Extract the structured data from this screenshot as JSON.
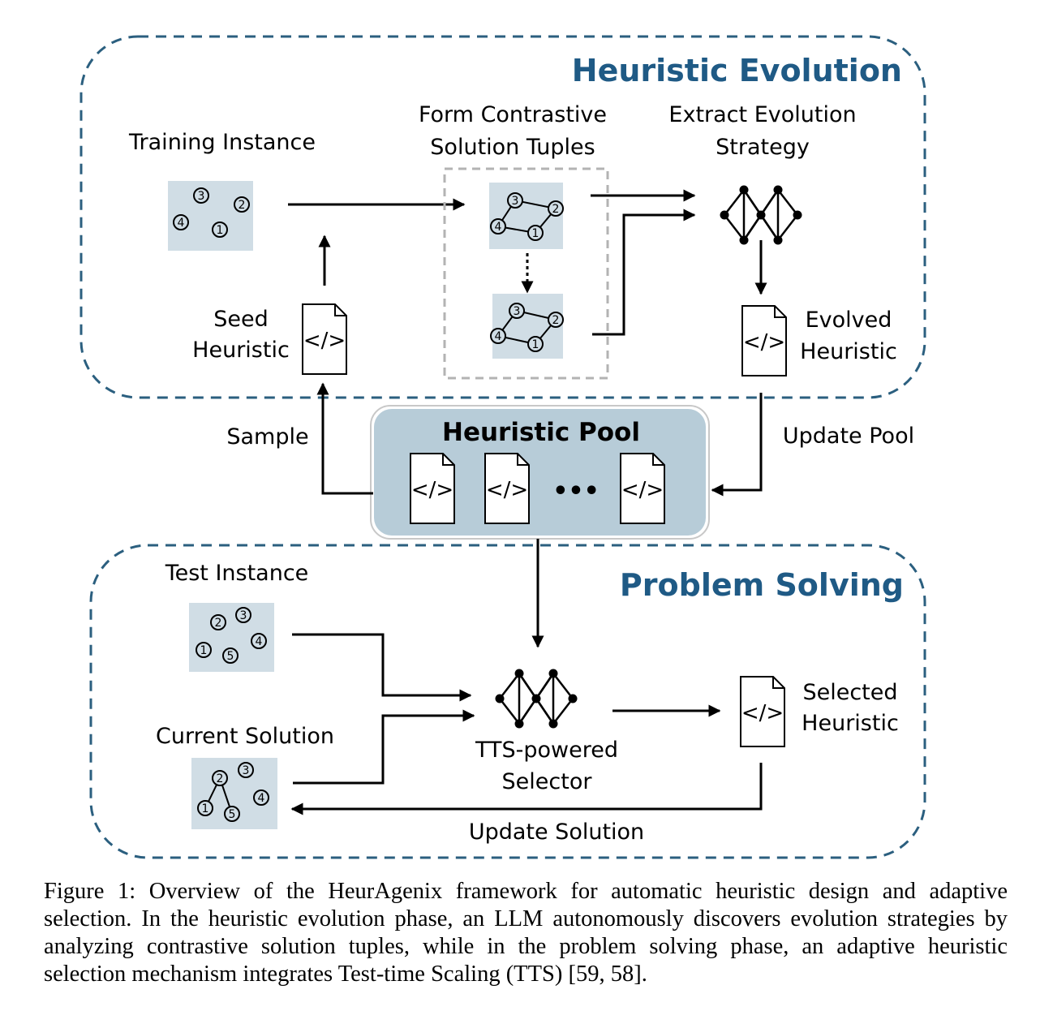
{
  "colors": {
    "section_border": "#2b5f7f",
    "section_title": "#1f5a85",
    "instance_fill": "#d0dde5",
    "pool_fill": "#b7ccd8",
    "stroke": "#000000",
    "tuple_box": "#b3b3b3"
  },
  "heuristic_evolution": {
    "title": "Heuristic Evolution",
    "training_instance": "Training Instance",
    "contrastive_line1": "Form Contrastive",
    "contrastive_line2": "Solution Tuples",
    "extract_line1": "Extract Evolution",
    "extract_line2": "Strategy",
    "seed_line1": "Seed",
    "seed_line2": "Heuristic",
    "evolved_line1": "Evolved",
    "evolved_line2": "Heuristic",
    "training_nodes": [
      "3",
      "2",
      "4",
      "1"
    ],
    "tuple_a_nodes": [
      "3",
      "2",
      "4",
      "1"
    ],
    "tuple_b_nodes": [
      "3",
      "2",
      "4",
      "1"
    ]
  },
  "pool": {
    "title": "Heuristic Pool",
    "sample": "Sample",
    "update_pool": "Update Pool",
    "ellipsis": "•••"
  },
  "problem_solving": {
    "title": "Problem Solving",
    "test_instance": "Test Instance",
    "current_solution": "Current Solution",
    "selector_line1": "TTS-powered",
    "selector_line2": "Selector",
    "selected_line1": "Selected",
    "selected_line2": "Heuristic",
    "update_solution": "Update Solution",
    "test_nodes": [
      "2",
      "3",
      "1",
      "5",
      "4"
    ],
    "current_nodes": [
      "2",
      "3",
      "1",
      "5",
      "4"
    ]
  },
  "icons": {
    "code_file": "code-file-icon",
    "network": "neural-network-icon",
    "code_glyph": "</>"
  },
  "caption": "Figure 1: Overview of the HeurAgenix framework for automatic heuristic design and adaptive selection. In the heuristic evolution phase, an LLM autonomously discovers evolution strategies by analyzing contrastive solution tuples, while in the problem solving phase, an adaptive heuristic selection mechanism integrates Test-time Scaling (TTS) [59, 58]."
}
